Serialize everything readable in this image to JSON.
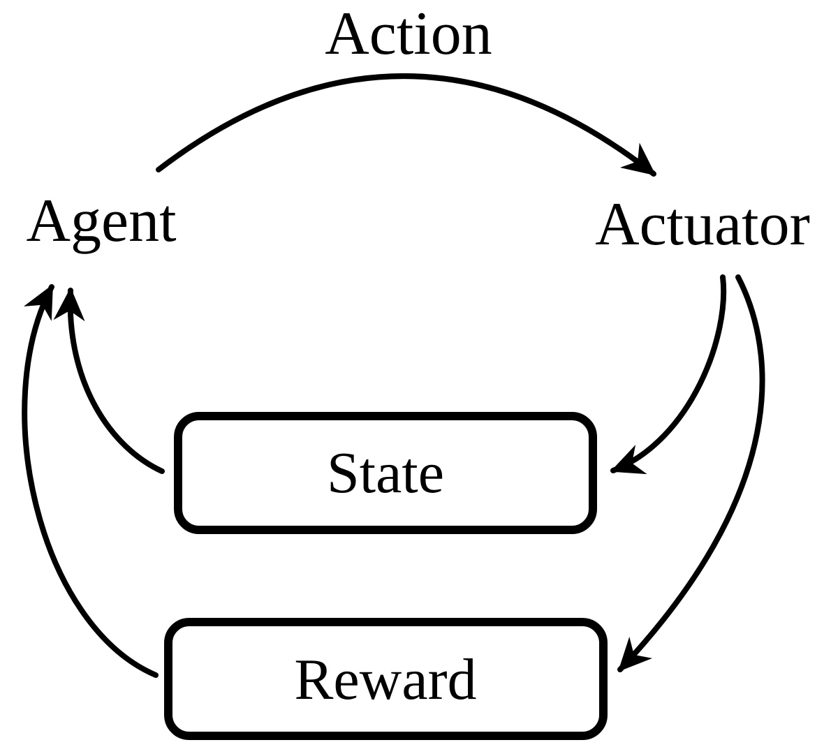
{
  "diagram": {
    "background": "#ffffff",
    "ink": "#000000",
    "labels": {
      "action": "Action",
      "agent": "Agent",
      "actuator": "Actuator",
      "state": "State",
      "reward": "Reward"
    },
    "edges": [
      {
        "from": "agent",
        "to": "actuator",
        "label": "Action",
        "shape": "arc-over-top"
      },
      {
        "from": "actuator",
        "to": "state",
        "label": "",
        "shape": "curve-right-side"
      },
      {
        "from": "actuator",
        "to": "reward",
        "label": "",
        "shape": "curve-far-right-side"
      },
      {
        "from": "state",
        "to": "agent",
        "label": "",
        "shape": "curve-left-side"
      },
      {
        "from": "reward",
        "to": "agent",
        "label": "",
        "shape": "curve-far-left-side"
      }
    ]
  }
}
